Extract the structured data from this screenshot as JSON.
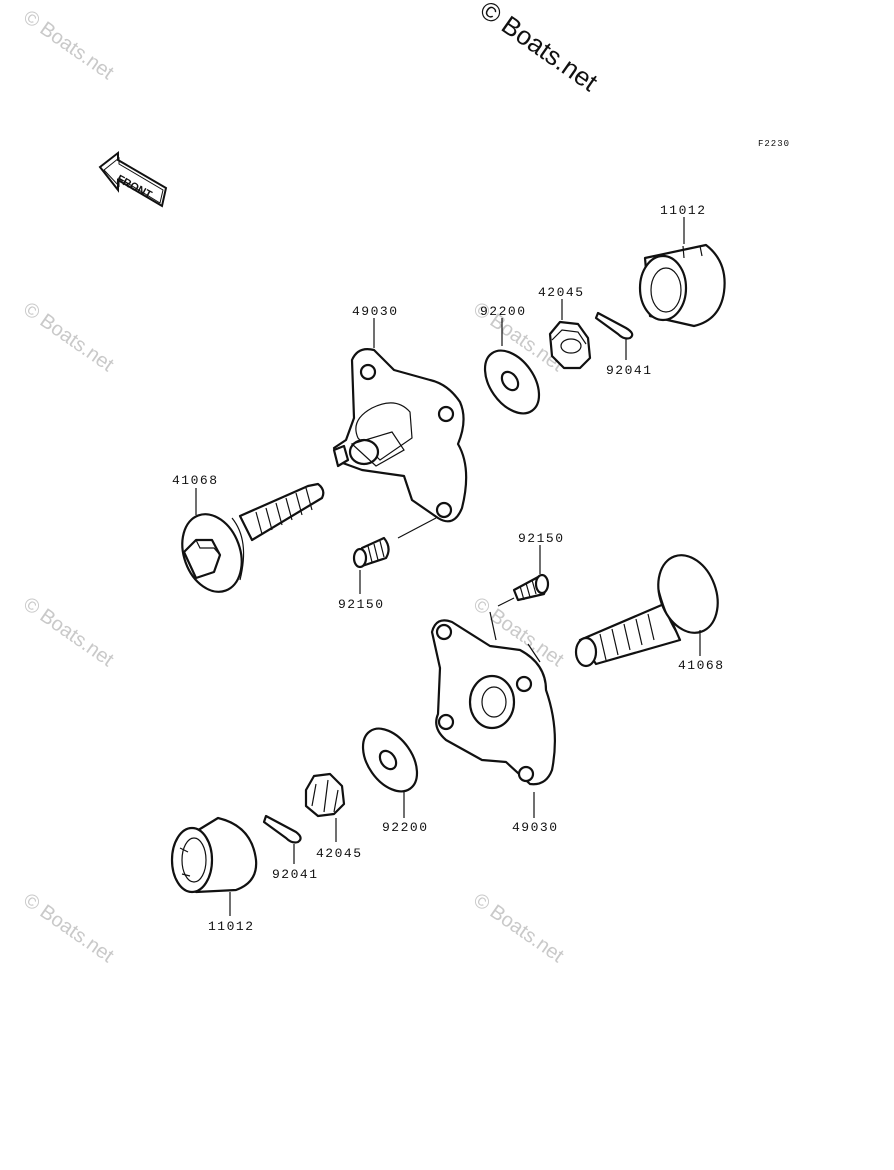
{
  "watermark": {
    "main": "© Boats.net",
    "faint": "© Boats.net"
  },
  "figure_ref": "F2230",
  "front_indicator": "FRONT",
  "parts": {
    "cap_upper": "11012",
    "nut_upper": "42045",
    "washer_upper": "92200",
    "pin_upper": "92041",
    "hub_upper": "49030",
    "axle_left": "41068",
    "bolt_upper": "92150",
    "bolt_lower": "92150",
    "axle_right": "41068",
    "washer_lower": "92200",
    "hub_lower": "49030",
    "nut_lower": "42045",
    "pin_lower": "92041",
    "cap_lower": "11012"
  }
}
